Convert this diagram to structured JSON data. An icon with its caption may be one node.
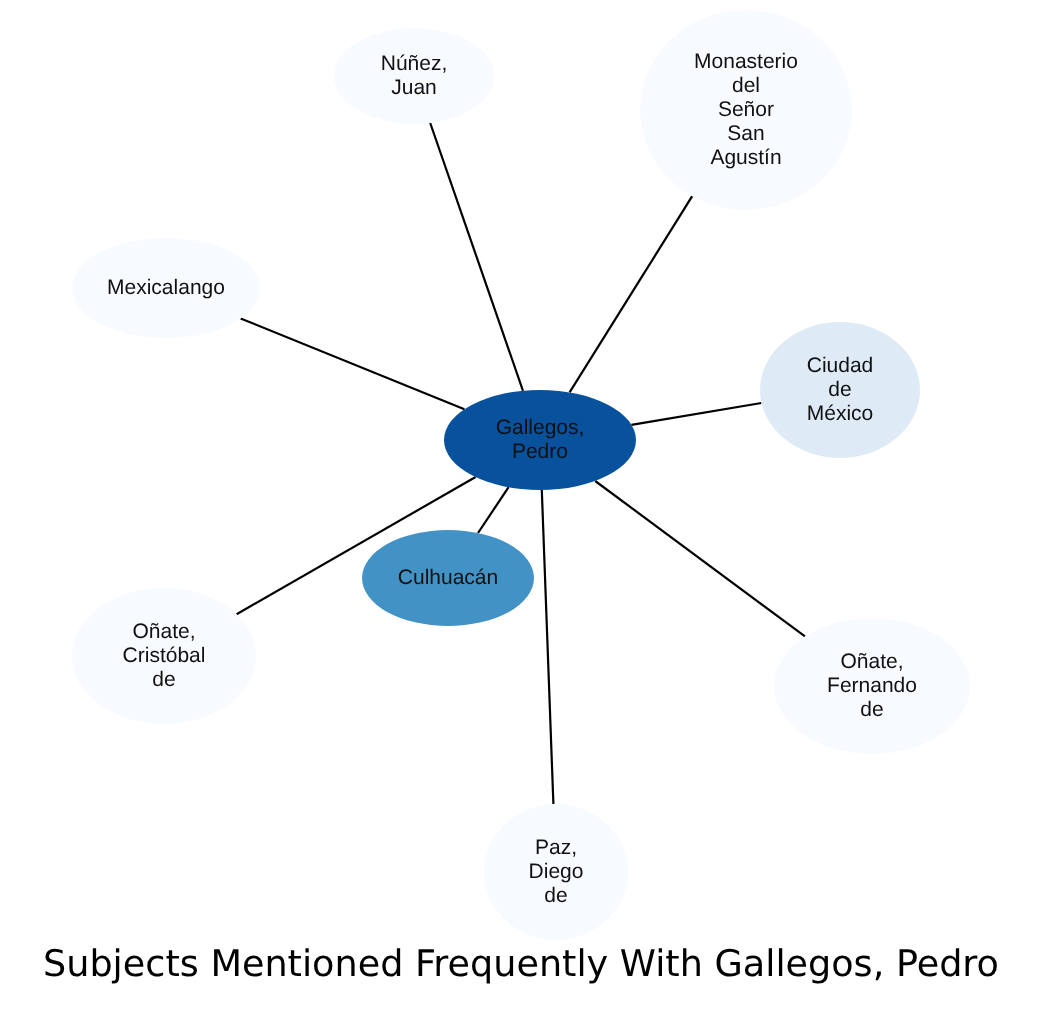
{
  "diagram": {
    "title": "Subjects Mentioned Frequently With Gallegos, Pedro",
    "nodes": [
      {
        "text": [
          "Núñez, Juan"
        ]
      },
      {
        "text": [
          "Monasterio del Señor San Agustín"
        ]
      },
      {
        "text": [
          "Mexicalango"
        ]
      },
      {
        "text": [
          "Ciudad de México"
        ]
      },
      {
        "text": [
          "Gallegos, Pedro"
        ]
      },
      {
        "text": [
          "Culhuacán"
        ]
      },
      {
        "text": [
          "Oñate, Cristóbal de"
        ]
      },
      {
        "text": [
          "Oñate, Fernando de"
        ]
      },
      {
        "text": [
          "Paz, Diego de"
        ]
      }
    ],
    "edges": [
      {
        "from": 4,
        "to": 0,
        "arrow": "none"
      },
      {
        "from": 4,
        "to": 1,
        "arrow": "none"
      },
      {
        "from": 4,
        "to": 2,
        "arrow": "none"
      },
      {
        "from": 4,
        "to": 3,
        "arrow": "none"
      },
      {
        "from": 4,
        "to": 5,
        "arrow": "none"
      },
      {
        "from": 4,
        "to": 6,
        "arrow": "none"
      },
      {
        "from": 4,
        "to": 7,
        "arrow": "none"
      },
      {
        "from": 4,
        "to": 8,
        "arrow": "none"
      }
    ]
  }
}
